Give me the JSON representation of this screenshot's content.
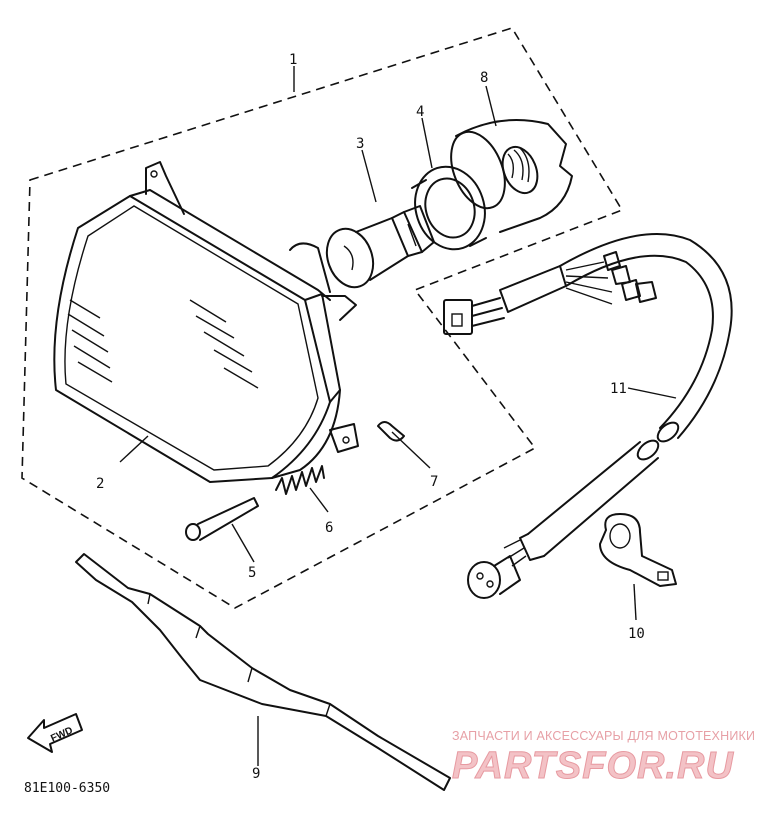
{
  "parts": {
    "p1": "1",
    "p2": "2",
    "p3": "3",
    "p4": "4",
    "p5": "5",
    "p6": "6",
    "p7": "7",
    "p8": "8",
    "p9": "9",
    "p10": "10",
    "p11": "11"
  },
  "fwd_label": "FWD",
  "diagram_code": "81E100-6350",
  "watermark": {
    "tagline": "ЗАПЧАСТИ И АКСЕССУАРЫ ДЛЯ МОТОТЕХНИКИ",
    "brand": "PARTSFOR.RU"
  }
}
